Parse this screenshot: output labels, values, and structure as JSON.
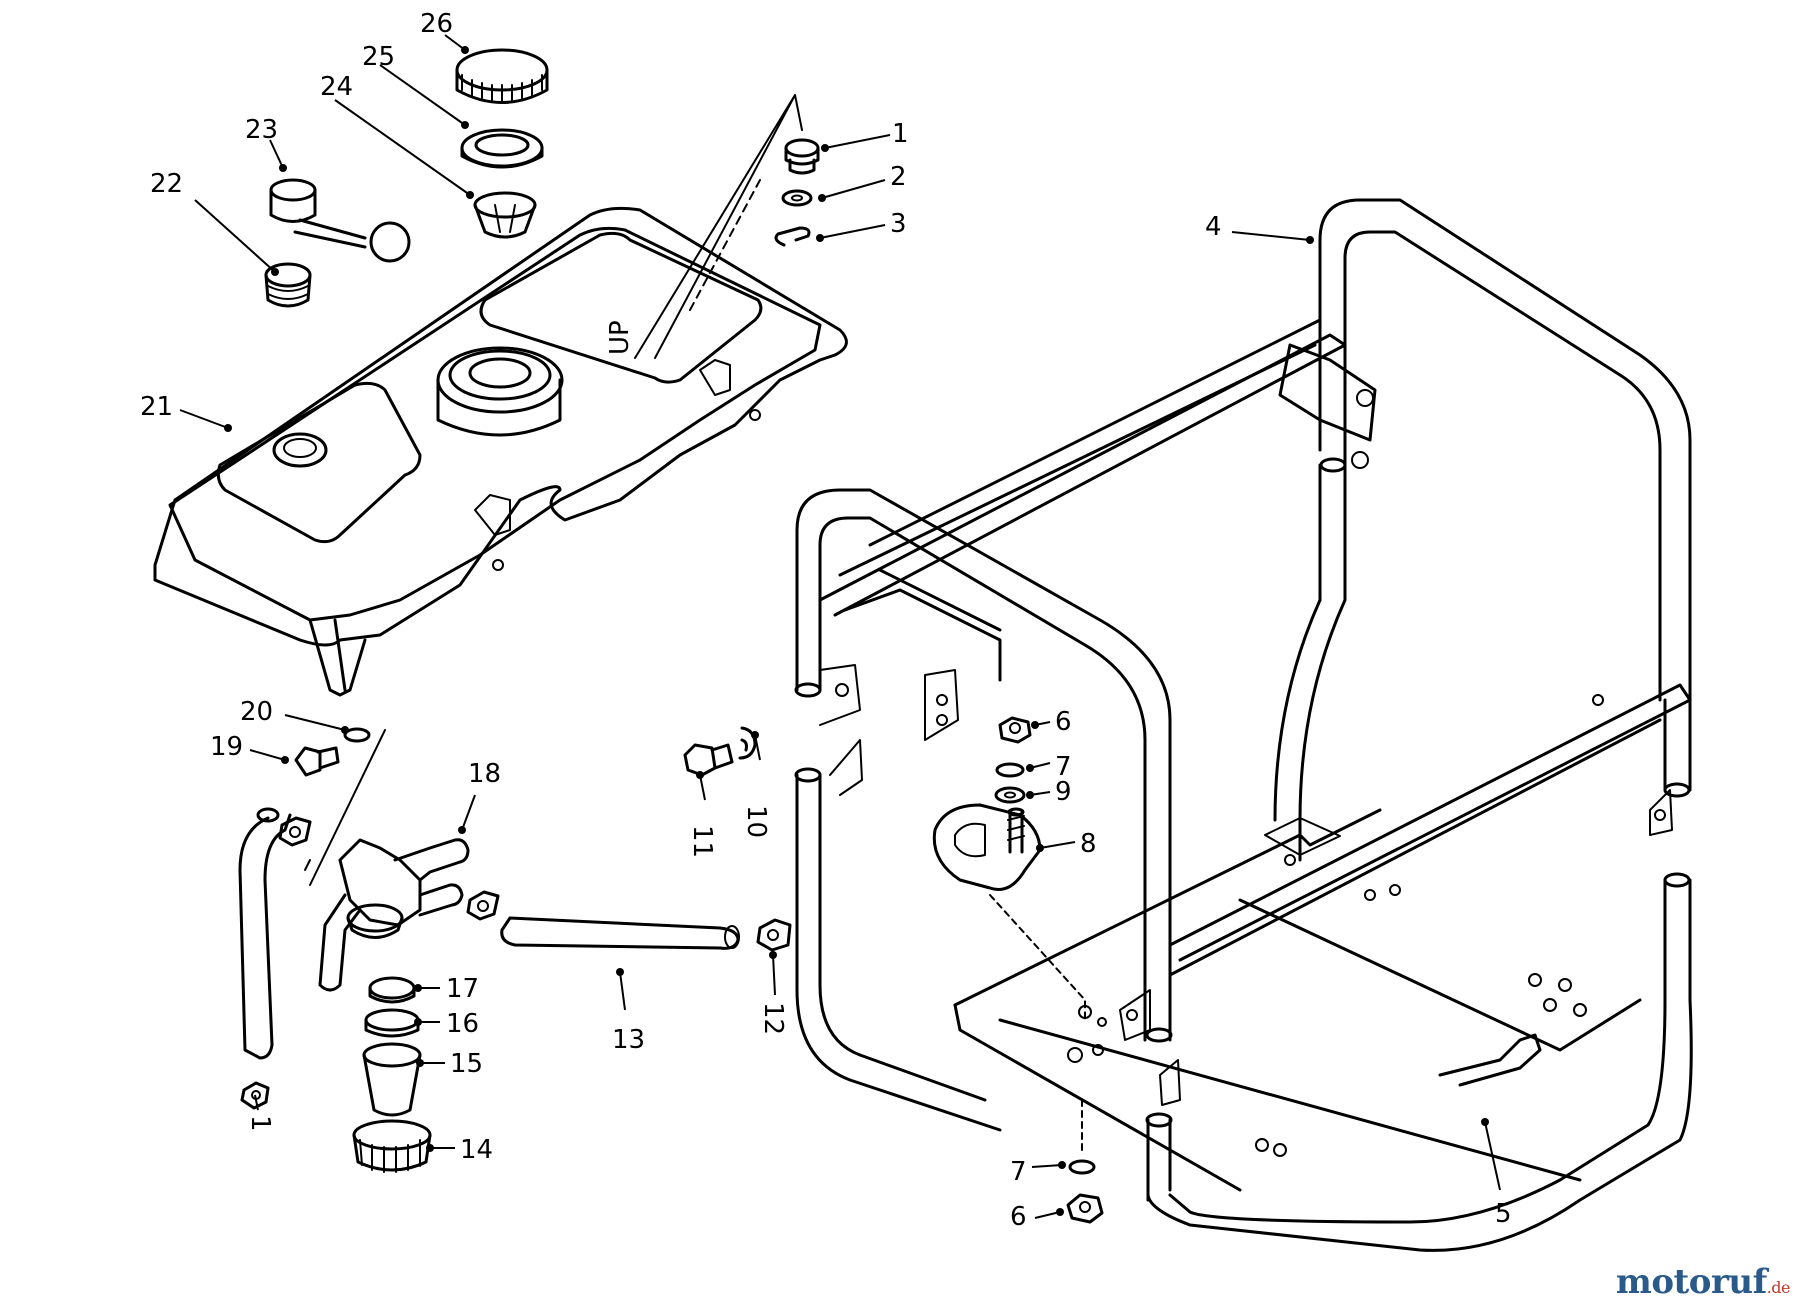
{
  "watermark": {
    "text": "motoruf",
    "tld": ".de",
    "color": "#2a5a8a",
    "tld_color": "#c0392b"
  },
  "labels": [
    "1",
    "2",
    "3",
    "4",
    "5",
    "6",
    "6",
    "7",
    "7",
    "8",
    "9",
    "10",
    "11",
    "12",
    "13",
    "14",
    "15",
    "16",
    "17",
    "18",
    "19",
    "20",
    "21",
    "22",
    "23",
    "24",
    "25",
    "26",
    "1"
  ],
  "arrow_mark": "UP"
}
